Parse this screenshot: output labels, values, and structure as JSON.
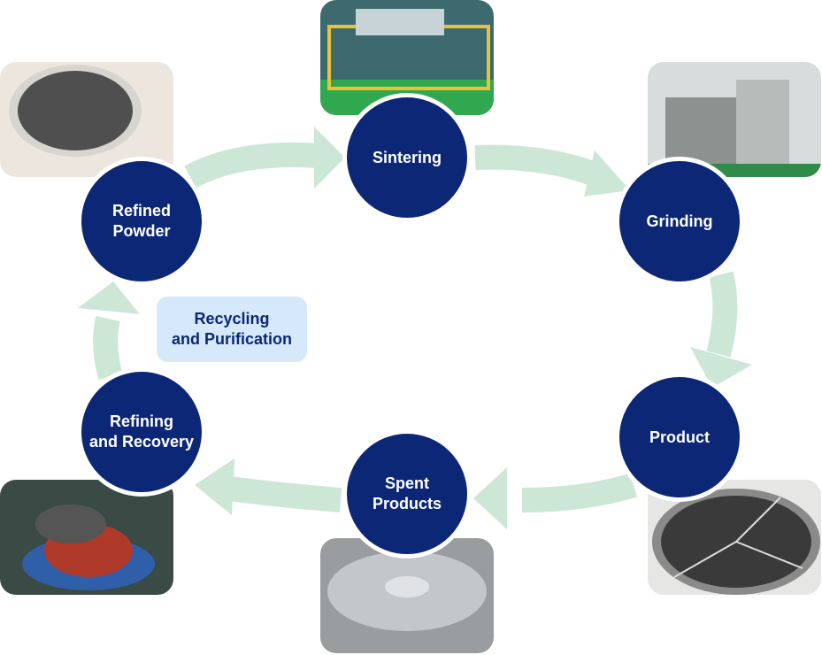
{
  "steps": [
    {
      "label": "Sintering",
      "photo": "factory-line"
    },
    {
      "label": "Grinding",
      "photo": "grinding-machine"
    },
    {
      "label": "Product",
      "photo": "metal-target"
    },
    {
      "label": "Spent\nProducts",
      "photo": "spent-target"
    },
    {
      "label": "Refining\nand Recovery",
      "photo": "furnace"
    },
    {
      "label": "Refined\nPowder",
      "photo": "powder-dish"
    }
  ],
  "center_label": "Recycling\nand Purification",
  "colors": {
    "node": "#0c2776",
    "arrow": "#cce7d6",
    "center_box": "#d6e9fb"
  }
}
